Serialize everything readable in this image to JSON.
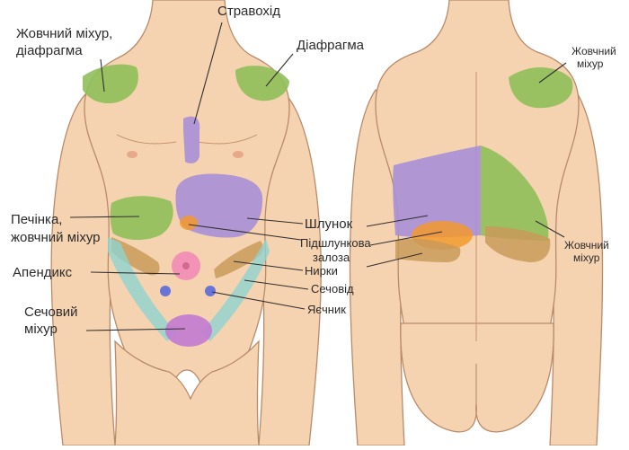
{
  "colors": {
    "skin": "#f6d3b0",
    "skin_outline": "#b98a69",
    "gallbladder_diaphragm": "#8fbf5a",
    "esophagus_stomach": "#a98fd6",
    "pancreas": "#f39a2e",
    "kidneys": "#c99a5a",
    "appendix": "#f28bb5",
    "ureter": "#8fd3cf",
    "ovary": "#6a74d6",
    "bladder": "#c27ad2"
  },
  "labels": {
    "esophagus": "Стравохід",
    "gallbladder_diaphragm_line1": "Жовчний міхур,",
    "gallbladder_diaphragm_line2": "діафрагма",
    "diaphragm": "Діафрагма",
    "liver_line1": "Печінка,",
    "liver_line2": "жовчний міхур",
    "stomach": "Шлунок",
    "pancreas_line1": "Підшлункова",
    "pancreas_line2": "залоза",
    "kidneys": "Нирки",
    "appendix": "Апендикс",
    "ureter": "Сечовід",
    "ovary": "Яєчник",
    "bladder_line1": "Сечовий",
    "bladder_line2": "міхур",
    "back_gallbladder_top_line1": "Жовчний",
    "back_gallbladder_top_line2": "міхур",
    "back_gallbladder_side_line1": "Жовчний",
    "back_gallbladder_side_line2": "міхур"
  }
}
